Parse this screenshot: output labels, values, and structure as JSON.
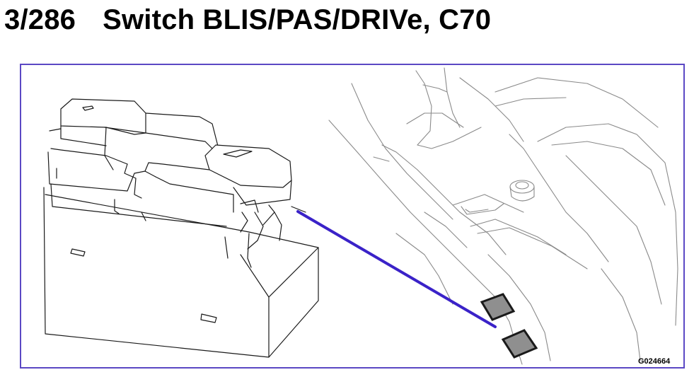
{
  "title": {
    "number": "3/286",
    "text": "Switch BLIS/PAS/DRIVe, C70"
  },
  "figure_code": "G024664",
  "colors": {
    "frame": "#5b48c4",
    "pointer": "#3a22c8",
    "line": "#1a1a1a",
    "light_line": "#8a8a8a",
    "switch_fill": "#8f8f8f"
  }
}
